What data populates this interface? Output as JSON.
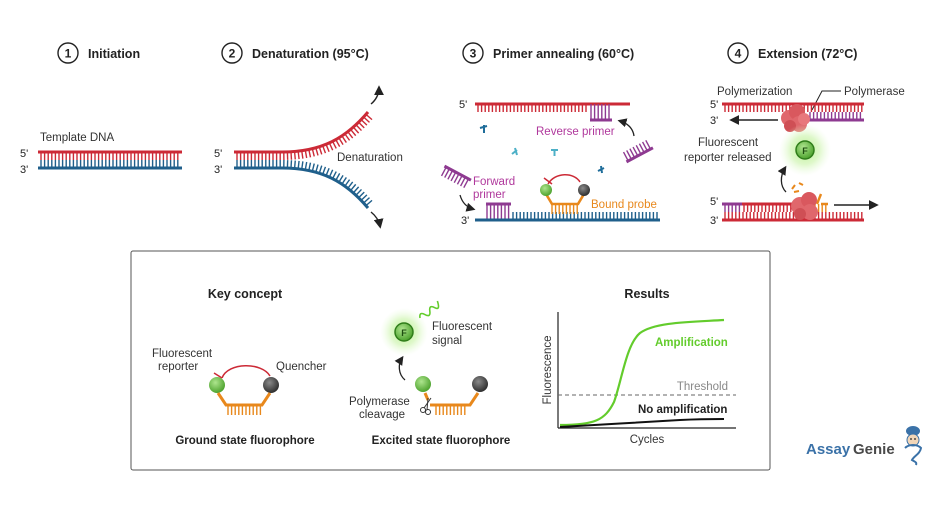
{
  "steps": [
    {
      "number": "1",
      "title": "Initiation"
    },
    {
      "number": "2",
      "title": "Denaturation (95°C)"
    },
    {
      "number": "3",
      "title": "Primer annealing (60°C)"
    },
    {
      "number": "4",
      "title": "Extension (72°C)"
    }
  ],
  "labels": {
    "template_dna": "Template DNA",
    "denaturation": "Denaturation",
    "reverse_primer": "Reverse primer",
    "forward_primer_1": "Forward",
    "forward_primer_2": "primer",
    "bound_probe": "Bound probe",
    "polymerization": "Polymerization",
    "polymerase": "Polymerase",
    "reporter_released_1": "Fluorescent",
    "reporter_released_2": "reporter released",
    "five_prime": "5'",
    "three_prime": "3'",
    "f_letter": "F"
  },
  "key_concept": {
    "title": "Key concept",
    "fluorescent_reporter_1": "Fluorescent",
    "fluorescent_reporter_2": "reporter",
    "quencher": "Quencher",
    "ground_state": "Ground state fluorophore",
    "fluorescent_signal_1": "Fluorescent",
    "fluorescent_signal_2": "signal",
    "polymerase_cleavage_1": "Polymerase",
    "polymerase_cleavage_2": "cleavage",
    "excited_state": "Excited state fluorophore"
  },
  "results": {
    "title": "Results",
    "amplification": "Amplification",
    "threshold": "Threshold",
    "no_amplification": "No amplification",
    "xlabel": "Cycles",
    "ylabel": "Fluorescence"
  },
  "brand": {
    "name_part1": "Assay",
    "name_part2": "Genie"
  },
  "colors": {
    "strand_red": "#cc2a36",
    "strand_blue": "#1f5f8b",
    "primer_purple": "#8e3a91",
    "probe_orange": "#e8881c",
    "reporter_green": "#5fbf3f",
    "polymerase_pink": "#e0676c",
    "amplification_green": "#63cc2c",
    "brand_blue": "#3b72a8"
  }
}
